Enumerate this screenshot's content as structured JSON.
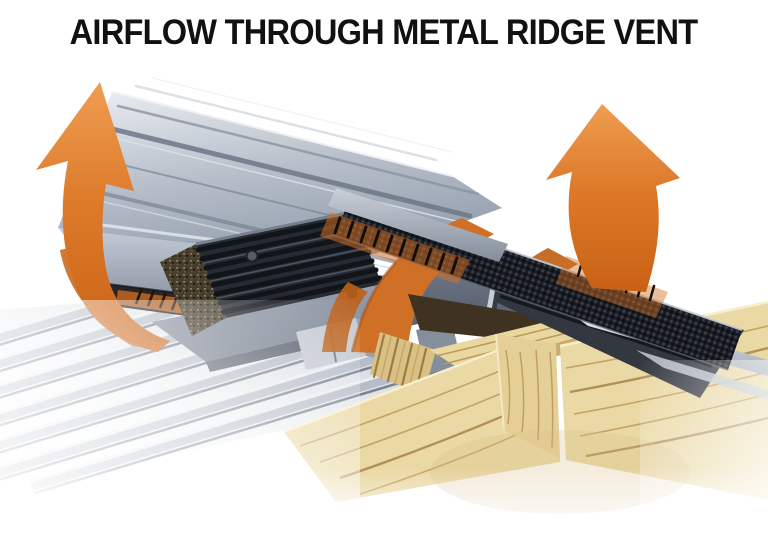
{
  "title": {
    "text": "AIRFLOW THROUGH METAL RIDGE VENT"
  },
  "icons": {
    "airflow_arrow_left": "curved-up-arrow",
    "airflow_arrow_right": "curved-up-arrow"
  },
  "colors": {
    "background": "#FFFFFF",
    "title": "#111111",
    "accent_orange": "#DD7A2A",
    "orange_deep": "#C96114",
    "metal_light": "#D6DBE1",
    "metal_mid": "#9AA3B2",
    "metal_dark": "#6E7686",
    "mesh_dark": "#1A1D23",
    "charcoal": "#33373F",
    "wood_light": "#EAD9A4",
    "wood_grain": "#BD9A58",
    "wood_shadow": "#40331F"
  }
}
